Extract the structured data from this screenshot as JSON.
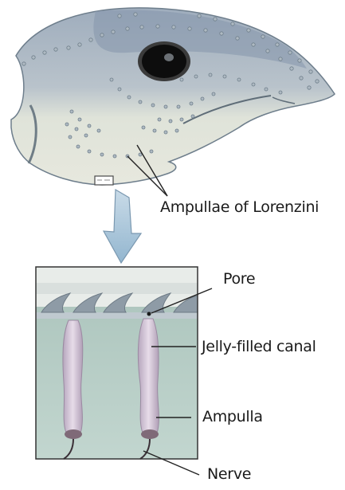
{
  "labels": {
    "ampullae": "Ampullae of Lorenzini",
    "pore": "Pore",
    "canal": "Jelly-filled canal",
    "ampulla": "Ampulla",
    "nerve": "Nerve"
  },
  "colors": {
    "shark_dorsal": "#8fa0b4",
    "shark_ventral": "#e4e6dc",
    "skin_surface": "#c7cfd6",
    "tissue": "#b7cec6",
    "canal_fill": "#cfc0d4",
    "ampulla_fill": "#7f6a78",
    "arrow_fill": "#a9c6db"
  }
}
